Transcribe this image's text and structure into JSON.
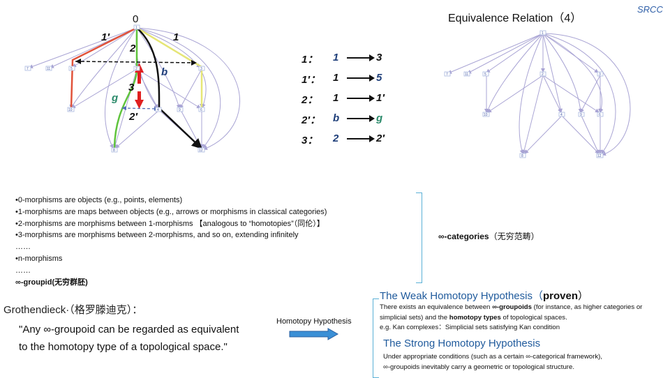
{
  "header": {
    "srcc": "SRCC",
    "equivalence_title": "Equivalence Relation（4）"
  },
  "left_graph": {
    "top_label": "0",
    "node_labels": [
      "1",
      "7",
      "11",
      "5",
      "2",
      "3",
      "10",
      "4",
      "9",
      "6",
      "8",
      "12"
    ],
    "path_labels": {
      "one_prime": "1′",
      "one": "1",
      "two": "2",
      "b": "b",
      "three": "3",
      "g": "g",
      "two_prime": "2′"
    }
  },
  "right_graph": {
    "node_labels": [
      "1",
      "7",
      "11",
      "5",
      "2",
      "3",
      "10",
      "4",
      "9",
      "6",
      "8",
      "12"
    ]
  },
  "mappings": [
    {
      "key": "1：",
      "from": "1",
      "to": "3"
    },
    {
      "key": "1′：",
      "from": "1",
      "to": "5"
    },
    {
      "key": "2：",
      "from": "1",
      "to": "1′"
    },
    {
      "key": "2′：",
      "from": "b",
      "to": "g"
    },
    {
      "key": "3：",
      "from": "2",
      "to": "2′"
    }
  ],
  "bullets": {
    "line1": "•0-morphisms are objects (e.g., points, elements)",
    "line2": "•1-morphisms are maps between objects (e.g., arrows or morphisms in classical categories)",
    "line3": "•2-morphisms are morphisms between 1-morphisms 【analogous to “homotopies”（同伦）】",
    "line4": "•3-morphisms are morphisms between 2-morphisms, and so on, extending infinitely",
    "line5": "……",
    "line6": "•n-morphisms",
    "line7": "……",
    "line8": "∞-groupid(无穷群胚)"
  },
  "infinity_categories": {
    "bold": "∞-categories",
    "rest": "（无穷范畴）"
  },
  "grothendieck": {
    "name": "Grothendieck·（格罗滕迪克）：",
    "quote_line1": "\"Any ∞-groupoid can be regarded as equivalent",
    "quote_line2": "to the homotopy type of a topological space.\""
  },
  "homotopy_hypothesis_label": "Homotopy Hypothesis",
  "weak": {
    "title": "The Weak Homotopy Hypothesis（",
    "proven": "proven",
    "title_end": "）",
    "body_a": "There exists an equivalence between ",
    "body_b": "∞-groupoids",
    "body_c": " (for instance, as higher categories or simplicial sets) and the ",
    "body_d": "homotopy types",
    "body_e": " of topological spaces.",
    "example": " e.g. Kan complexes：Simplicial sets satisfying Kan condition"
  },
  "strong": {
    "title": "The Strong Homotopy Hypothesis",
    "line1": "Under appropriate conditions (such as a certain ∞-categorical framework),",
    "line2": "∞-groupoids inevitably carry a geometric or topological structure."
  },
  "colors": {
    "edge": "#a9a4d4",
    "red": "#e1533b",
    "green": "#5fc43c",
    "yellow": "#e6e676",
    "black": "#111111",
    "accent": "#1f5a9c"
  }
}
